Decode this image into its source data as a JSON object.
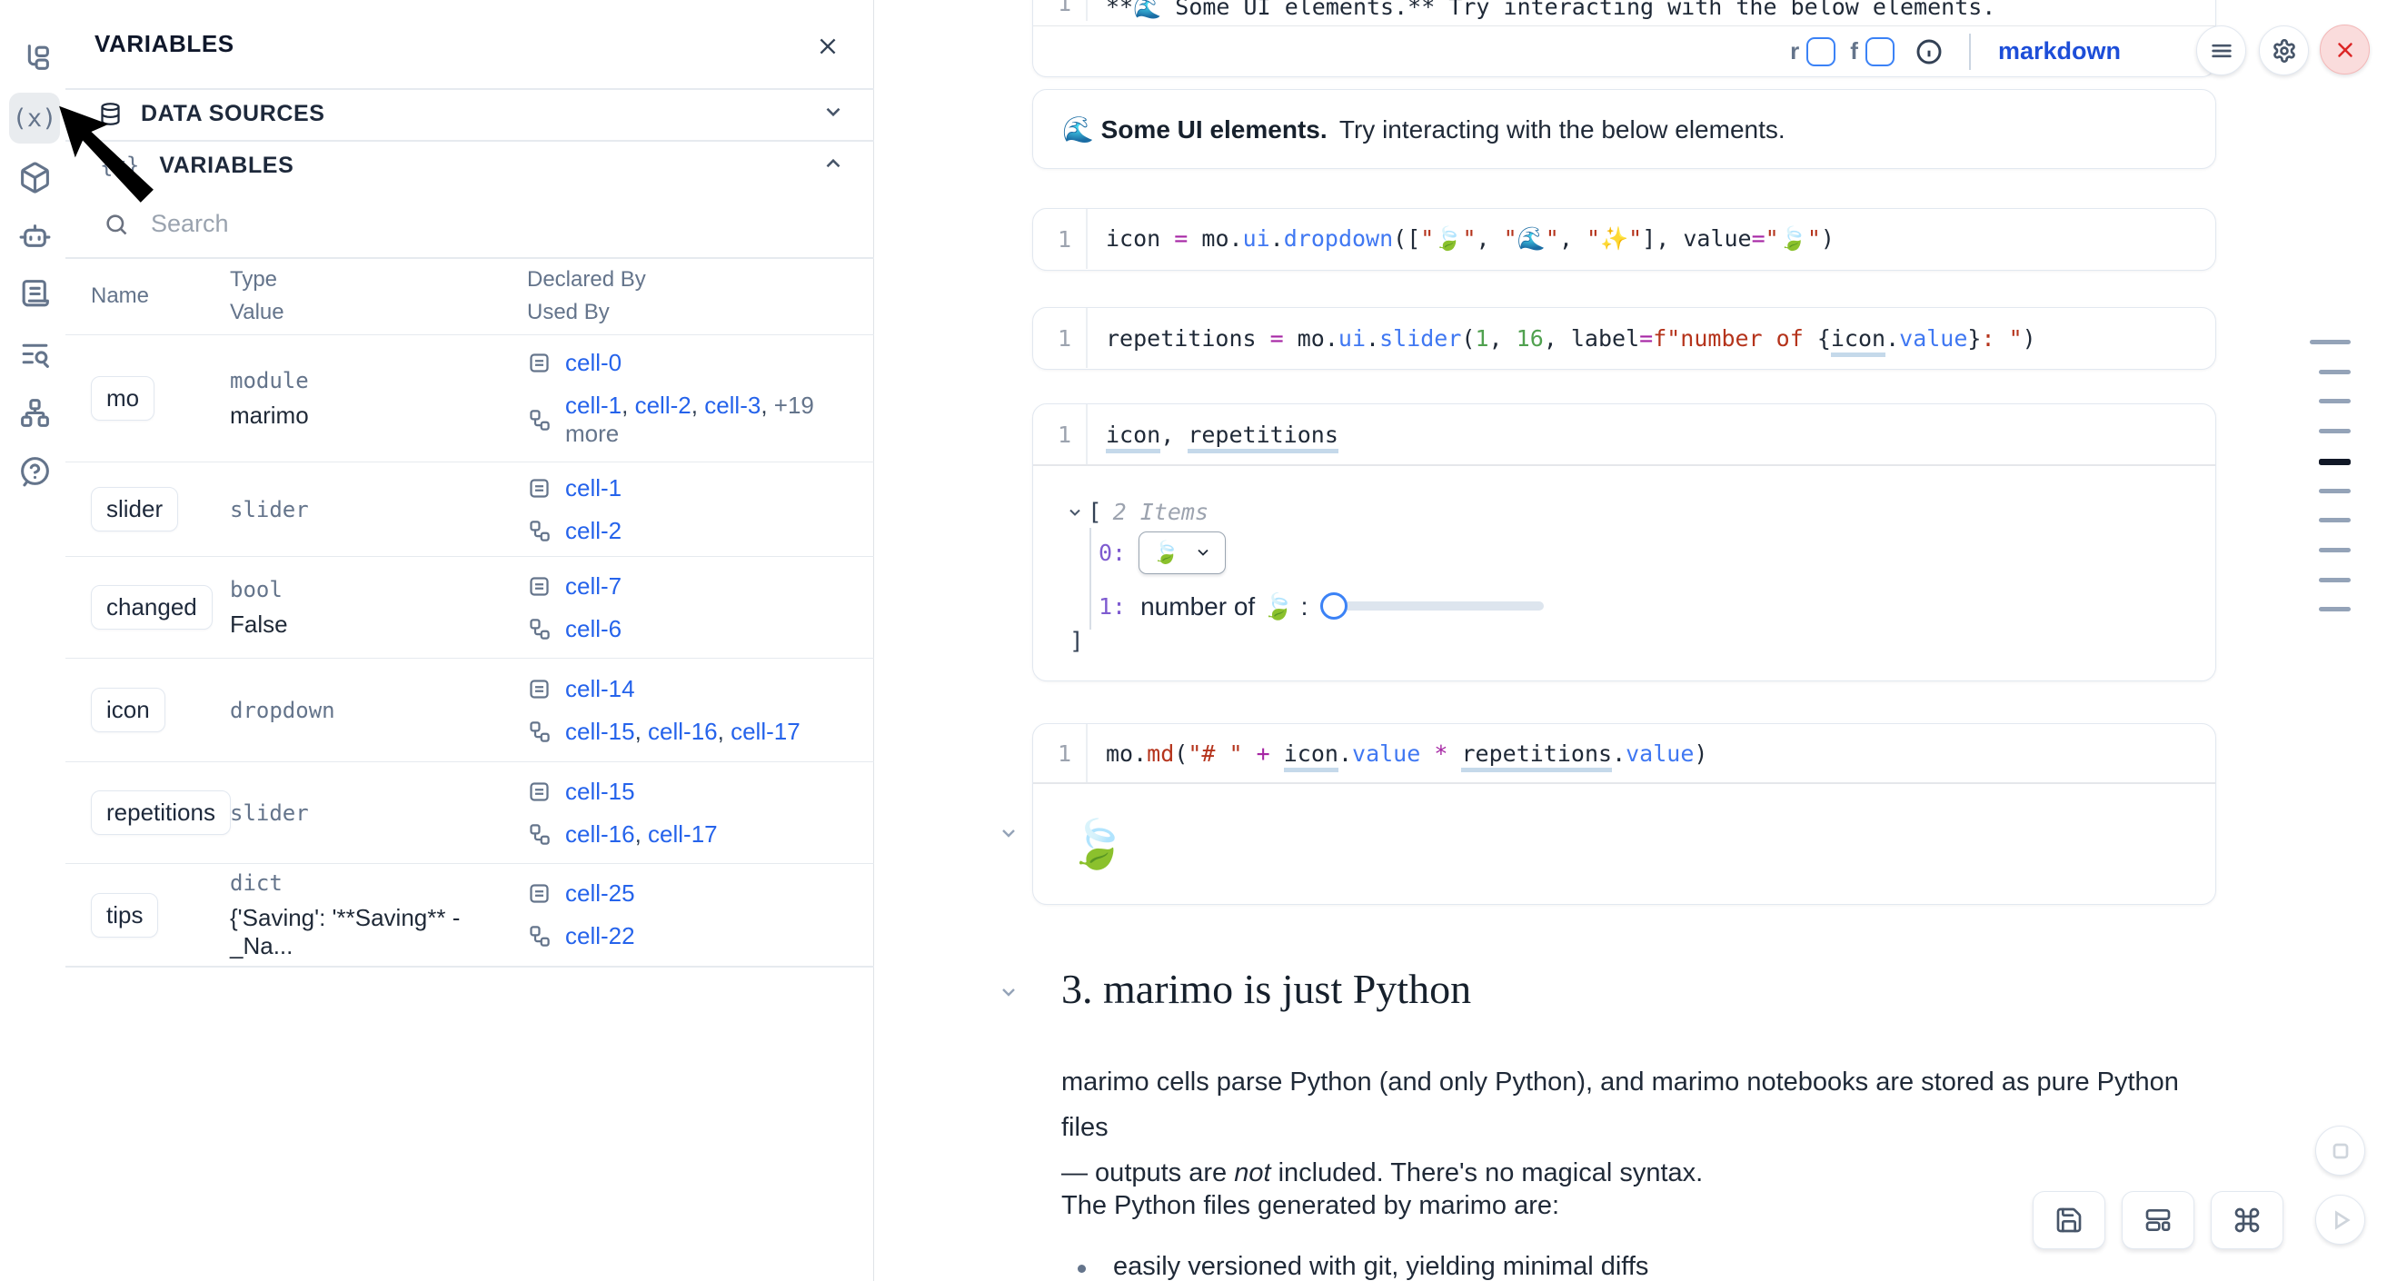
{
  "sidebar": {
    "icons": [
      "file-tree-icon",
      "variables-icon",
      "packages-icon",
      "ai-bot-icon",
      "scratchpad-icon",
      "search-logs-icon",
      "dependency-graph-icon",
      "help-icon"
    ],
    "active_icon": "variables-icon",
    "variables_glyph": "(x)"
  },
  "panel": {
    "title": "VARIABLES",
    "data_sources_label": "DATA SOURCES",
    "variables_label": "VARIABLES",
    "search_placeholder": "Search",
    "headers": {
      "name": "Name",
      "type": "Type",
      "value": "Value",
      "declared": "Declared By",
      "used": "Used By"
    },
    "rows": [
      {
        "name": "mo",
        "type": "module",
        "value": "marimo",
        "declared": [
          "cell-0"
        ],
        "used": [
          "cell-1",
          "cell-2",
          "cell-3"
        ],
        "more": "+19 more",
        "h": 140
      },
      {
        "name": "slider",
        "type": "slider",
        "value": "",
        "declared": [
          "cell-1"
        ],
        "used": [
          "cell-2"
        ],
        "h": 104
      },
      {
        "name": "changed",
        "type": "bool",
        "value": "False",
        "declared": [
          "cell-7"
        ],
        "used": [
          "cell-6"
        ],
        "h": 112
      },
      {
        "name": "icon",
        "type": "dropdown",
        "value": "",
        "declared": [
          "cell-14"
        ],
        "used": [
          "cell-15",
          "cell-16",
          "cell-17"
        ],
        "h": 114
      },
      {
        "name": "repetitions",
        "type": "slider",
        "value": "",
        "declared": [
          "cell-15"
        ],
        "used": [
          "cell-16",
          "cell-17"
        ],
        "h": 112
      },
      {
        "name": "tips",
        "type": "dict",
        "value": "{'Saving': '**Saving** - _Na...",
        "declared": [
          "cell-25"
        ],
        "used": [
          "cell-22"
        ],
        "h": 113
      }
    ]
  },
  "notebook": {
    "top_cell": {
      "line_no": "1",
      "code": "**🌊 Some UI elements.** Try interacting with the below elements.",
      "footer": {
        "r": "r",
        "f": "f",
        "lang": "markdown"
      }
    },
    "md_output": {
      "bold": "🌊 Some UI elements.",
      "rest": "Try interacting with the below elements."
    },
    "cells": [
      {
        "line_no": "1",
        "tokens": [
          {
            "t": "icon"
          },
          {
            "t": " "
          },
          {
            "t": "=",
            "c": "op"
          },
          {
            "t": " mo"
          },
          {
            "t": "."
          },
          {
            "t": "ui",
            "c": "fn"
          },
          {
            "t": "."
          },
          {
            "t": "dropdown",
            "c": "fn"
          },
          {
            "t": "(["
          },
          {
            "t": "\"🍃\"",
            "c": "str"
          },
          {
            "t": ", "
          },
          {
            "t": "\"🌊\"",
            "c": "str"
          },
          {
            "t": ", "
          },
          {
            "t": "\"✨\"",
            "c": "str"
          },
          {
            "t": "], "
          },
          {
            "t": "value"
          },
          {
            "t": "=",
            "c": "op"
          },
          {
            "t": "\"🍃\"",
            "c": "str"
          },
          {
            "t": ")"
          }
        ]
      },
      {
        "line_no": "1",
        "tokens": [
          {
            "t": "repetitions"
          },
          {
            "t": " "
          },
          {
            "t": "=",
            "c": "op"
          },
          {
            "t": " mo"
          },
          {
            "t": "."
          },
          {
            "t": "ui",
            "c": "fn"
          },
          {
            "t": "."
          },
          {
            "t": "slider",
            "c": "fn"
          },
          {
            "t": "("
          },
          {
            "t": "1",
            "c": "num"
          },
          {
            "t": ", "
          },
          {
            "t": "16",
            "c": "num"
          },
          {
            "t": ", "
          },
          {
            "t": "label"
          },
          {
            "t": "=",
            "c": "op"
          },
          {
            "t": "f\"number of ",
            "c": "str"
          },
          {
            "t": "{"
          },
          {
            "t": "icon",
            "c": "ref"
          },
          {
            "t": "."
          },
          {
            "t": "value",
            "c": "fn"
          },
          {
            "t": "}"
          },
          {
            "t": ": \"",
            "c": "str"
          },
          {
            "t": ")"
          }
        ]
      },
      {
        "line_no": "1",
        "tokens": [
          {
            "t": "icon",
            "c": "ref"
          },
          {
            "t": ", "
          },
          {
            "t": "repetitions",
            "c": "ref"
          }
        ]
      },
      {
        "line_no": "1",
        "tokens": [
          {
            "t": "mo"
          },
          {
            "t": "."
          },
          {
            "t": "md",
            "c": "str"
          },
          {
            "t": "("
          },
          {
            "t": "\"# \"",
            "c": "str"
          },
          {
            "t": " "
          },
          {
            "t": "+",
            "c": "op"
          },
          {
            "t": " "
          },
          {
            "t": "icon",
            "c": "ref"
          },
          {
            "t": "."
          },
          {
            "t": "value",
            "c": "fn"
          },
          {
            "t": " "
          },
          {
            "t": "*",
            "c": "op"
          },
          {
            "t": " "
          },
          {
            "t": "repetitions",
            "c": "ref"
          },
          {
            "t": "."
          },
          {
            "t": "value",
            "c": "fn"
          },
          {
            "t": ")"
          }
        ]
      }
    ],
    "tree": {
      "bracket_open": "[",
      "count": "2 Items",
      "idx0": "0:",
      "idx1": "1:",
      "dropdown_value": "🍃",
      "slider_label": "number of 🍃 :",
      "bracket_close": "]"
    },
    "big_output": "🍃",
    "section": {
      "heading": "3. marimo is just Python",
      "p1_line1": "marimo cells parse Python (and only Python), and marimo notebooks are stored as pure Python files",
      "p1_line2_pre": "— outputs are ",
      "p1_em": "not",
      "p1_line2_post": " included. There's no magical syntax.",
      "p2": "The Python files generated by marimo are:",
      "bullet": "easily versioned with git, yielding minimal diffs"
    }
  },
  "minimap": {
    "bars": [
      {
        "wide": true
      },
      {},
      {},
      {},
      {
        "active": true
      },
      {},
      {},
      {},
      {},
      {}
    ]
  }
}
